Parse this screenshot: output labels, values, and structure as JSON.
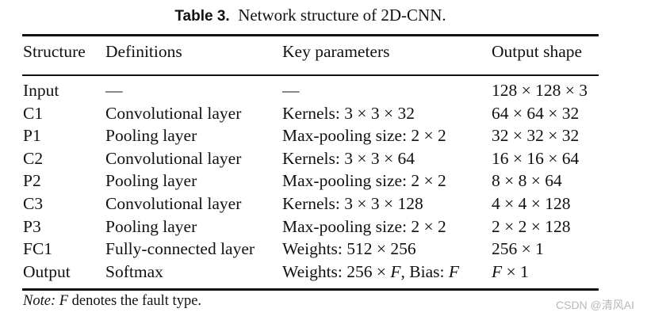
{
  "caption": {
    "label": "Table 3.",
    "text": "Network structure of 2D-CNN."
  },
  "table": {
    "headers": [
      "Structure",
      "Definitions",
      "Key parameters",
      "Output shape"
    ],
    "rows": [
      [
        "Input",
        "—",
        "—",
        "128 × 128 × 3"
      ],
      [
        "C1",
        "Convolutional layer",
        "Kernels: 3 × 3 × 32",
        "64 × 64 × 32"
      ],
      [
        "P1",
        "Pooling layer",
        "Max-pooling size: 2 × 2",
        "32 × 32 × 32"
      ],
      [
        "C2",
        "Convolutional layer",
        "Kernels: 3 × 3 × 64",
        "16 × 16 × 64"
      ],
      [
        "P2",
        "Pooling layer",
        "Max-pooling size: 2 × 2",
        "8 × 8 × 64"
      ],
      [
        "C3",
        "Convolutional layer",
        "Kernels: 3 × 3 × 128",
        "4 × 4 × 128"
      ],
      [
        "P3",
        "Pooling layer",
        "Max-pooling size: 2 × 2",
        "2 × 2 × 128"
      ],
      [
        "FC1",
        "Fully-connected layer",
        "Weights: 512 × 256",
        "256 × 1"
      ],
      [
        "Output",
        "Softmax",
        "Weights: 256 × F, Bias: F",
        "F × 1"
      ]
    ]
  },
  "note": {
    "label": "Note:",
    "text": "F denotes the fault type."
  },
  "watermark": "CSDN @清风AI"
}
